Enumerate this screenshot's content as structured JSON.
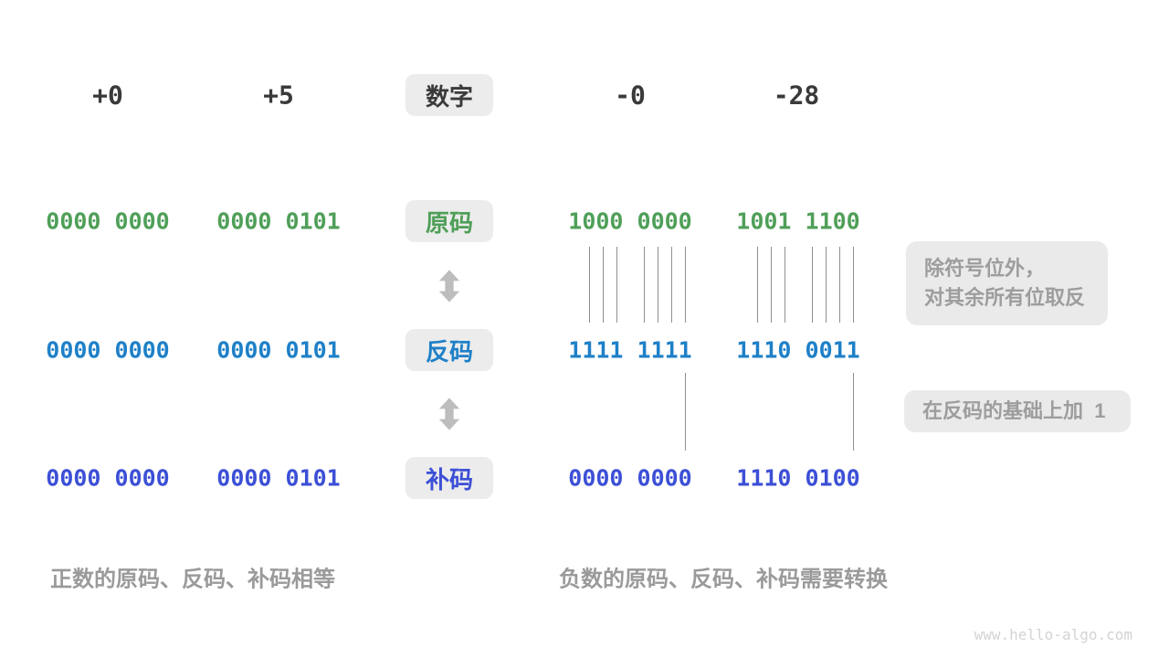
{
  "header": {
    "items": [
      "+0",
      "+5",
      "数字",
      "-0",
      "-28"
    ]
  },
  "rows": [
    {
      "name": "sign-magnitude",
      "label": "原码",
      "color": "#4f9f58",
      "values": [
        "0000 0000",
        "0000 0101",
        "1000 0000",
        "1001 1100"
      ]
    },
    {
      "name": "ones-complement",
      "label": "反码",
      "color": "#1e80c8",
      "values": [
        "0000 0000",
        "0000 0101",
        "1111 1111",
        "1110 0011"
      ]
    },
    {
      "name": "twos-complement",
      "label": "补码",
      "color": "#3c4fd6",
      "values": [
        "0000 0000",
        "0000 0101",
        "0000 0000",
        "1110 0100"
      ]
    }
  ],
  "annotations": {
    "flip_note_line1": "除符号位外，",
    "flip_note_line2": "对其余所有位取反",
    "add_one_note": "在反码的基础上加  1"
  },
  "captions": {
    "positive": "正数的原码、反码、补码相等",
    "negative": "负数的原码、反码、补码需要转换"
  },
  "watermark": "www.hello-algo.com",
  "colors": {
    "header_text": "#3a3a3a",
    "sign_magnitude": "#4f9f58",
    "ones_complement": "#1e80c8",
    "twos_complement": "#3c4fd6",
    "chip_fill": "#ececec",
    "note_fill": "#eaeaea",
    "note_text": "#9d9d9d",
    "arrow": "#bdbdbd",
    "connector_line": "#8f8f8f",
    "watermark_text": "#d3d3d3"
  }
}
